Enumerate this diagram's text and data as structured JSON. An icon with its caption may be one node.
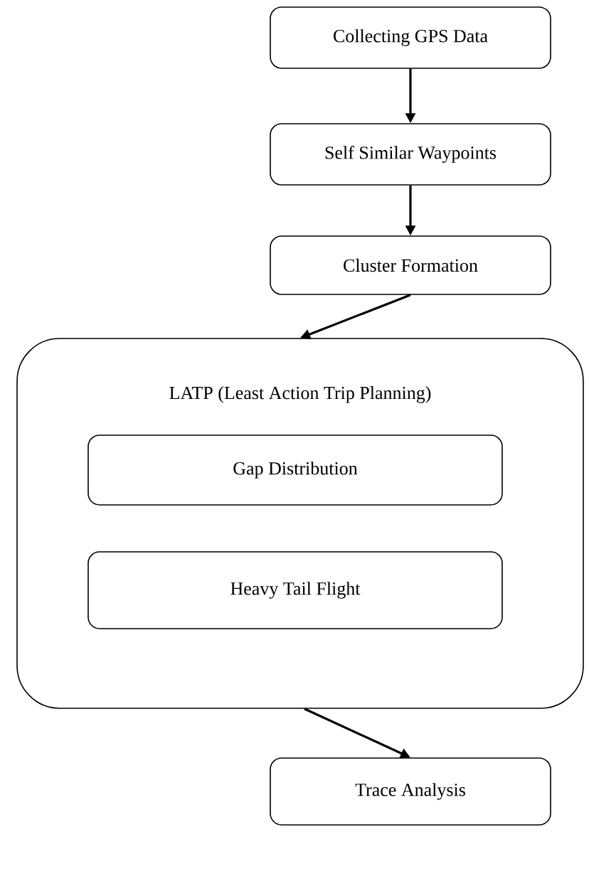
{
  "diagram": {
    "nodes": [
      {
        "text": [
          "Collecting GPS Data"
        ]
      },
      {
        "text": [
          "Self Similar Waypoints"
        ]
      },
      {
        "text": [
          "Cluster Formation"
        ]
      },
      {
        "text": [
          "LATP (Least Action Trip Planning)"
        ]
      },
      {
        "text": [
          "Gap Distribution"
        ],
        "in": 3
      },
      {
        "text": [
          "Heavy Tail Flight"
        ],
        "in": 3
      },
      {
        "text": [
          "Trace Analysis"
        ]
      }
    ],
    "edges": [
      {
        "from": 0,
        "to": 1,
        "arrow": "to"
      },
      {
        "from": 1,
        "to": 2,
        "arrow": "to"
      },
      {
        "from": 2,
        "to": 3,
        "arrow": "to"
      },
      {
        "from": 3,
        "to": 6,
        "arrow": "to"
      }
    ]
  }
}
